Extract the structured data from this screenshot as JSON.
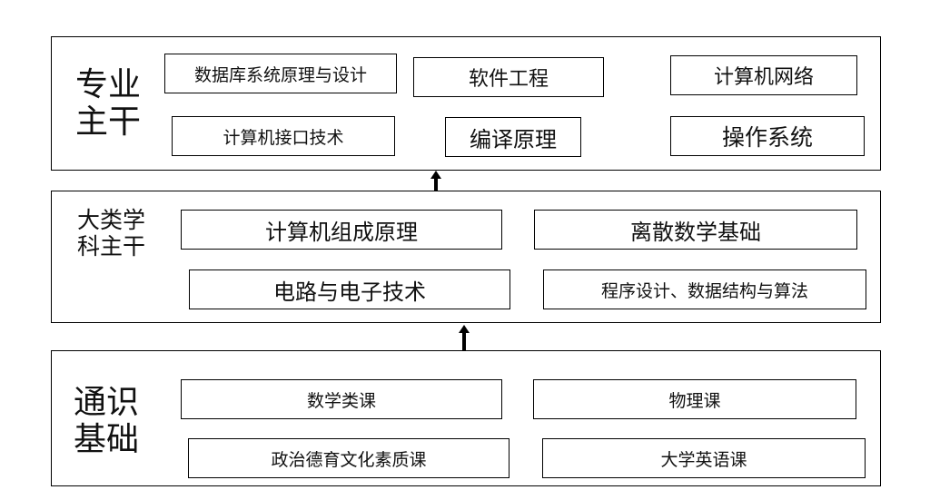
{
  "layers": {
    "major": {
      "title_line1": "专业",
      "title_line2": "主干",
      "courses": [
        "数据库系统原理与设计",
        "软件工程",
        "计算机网络",
        "计算机接口技术",
        "编译原理",
        "操作系统"
      ]
    },
    "discipline": {
      "title_line1": "大类学",
      "title_line2": "科主干",
      "courses": [
        "计算机组成原理",
        "离散数学基础",
        "电路与电子技术",
        "程序设计、数据结构与算法"
      ]
    },
    "general": {
      "title_line1": "通识",
      "title_line2": "基础",
      "courses": [
        "数学类课",
        "物理课",
        "政治德育文化素质课",
        "大学英语课"
      ]
    }
  }
}
